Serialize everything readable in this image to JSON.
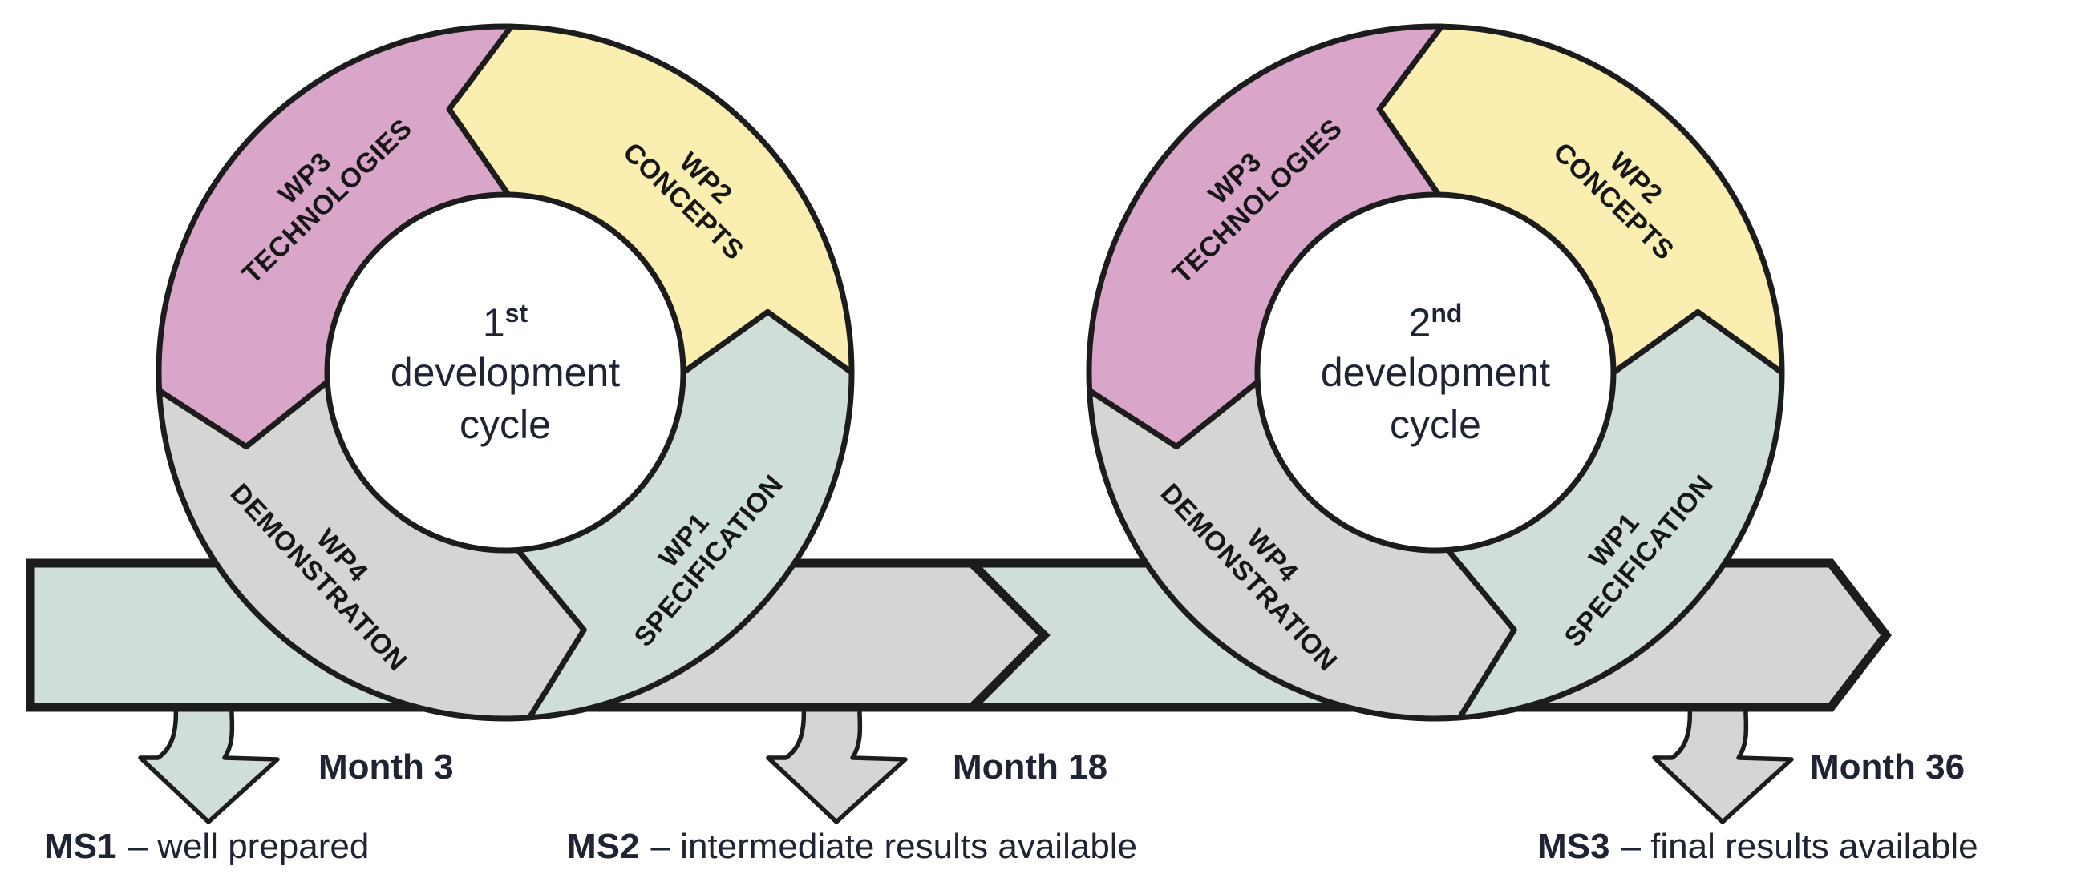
{
  "colors": {
    "outline": "#1c1c1c",
    "band_teal": "#cfdfd8",
    "band_gray": "#d5d6d4",
    "text": "#1e2433",
    "segment_text": "#161616"
  },
  "cycles": [
    {
      "name": "1st development cycle",
      "center": {
        "ordinal": "1",
        "suffix": "st",
        "line2": "development",
        "line3": "cycle"
      },
      "segments": [
        {
          "wp": "WP1",
          "label": "SPECIFICATION",
          "color": "#cfdfd8"
        },
        {
          "wp": "WP2",
          "label": "CONCEPTS",
          "color": "#faeeb0"
        },
        {
          "wp": "WP3",
          "label": "TECHNOLOGIES",
          "color": "#d9a6c9"
        },
        {
          "wp": "WP4",
          "label": "DEMONSTRATION",
          "color": "#d5d6d4"
        }
      ]
    },
    {
      "name": "2nd development cycle",
      "center": {
        "ordinal": "2",
        "suffix": "nd",
        "line2": "development",
        "line3": "cycle"
      },
      "segments": [
        {
          "wp": "WP1",
          "label": "SPECIFICATION",
          "color": "#cfdfd8"
        },
        {
          "wp": "WP2",
          "label": "CONCEPTS",
          "color": "#faeeb0"
        },
        {
          "wp": "WP3",
          "label": "TECHNOLOGIES",
          "color": "#d9a6c9"
        },
        {
          "wp": "WP4",
          "label": "DEMONSTRATION",
          "color": "#d5d6d4"
        }
      ]
    }
  ],
  "milestones": [
    {
      "month": "Month 3",
      "id": "MS1",
      "desc": "–  well prepared",
      "arrow_color": "#cfdfd8"
    },
    {
      "month": "Month 18",
      "id": "MS2",
      "desc": "–  intermediate results available",
      "arrow_color": "#d5d6d4"
    },
    {
      "month": "Month 36",
      "id": "MS3",
      "desc": "–  final results available",
      "arrow_color": "#d5d6d4"
    }
  ]
}
